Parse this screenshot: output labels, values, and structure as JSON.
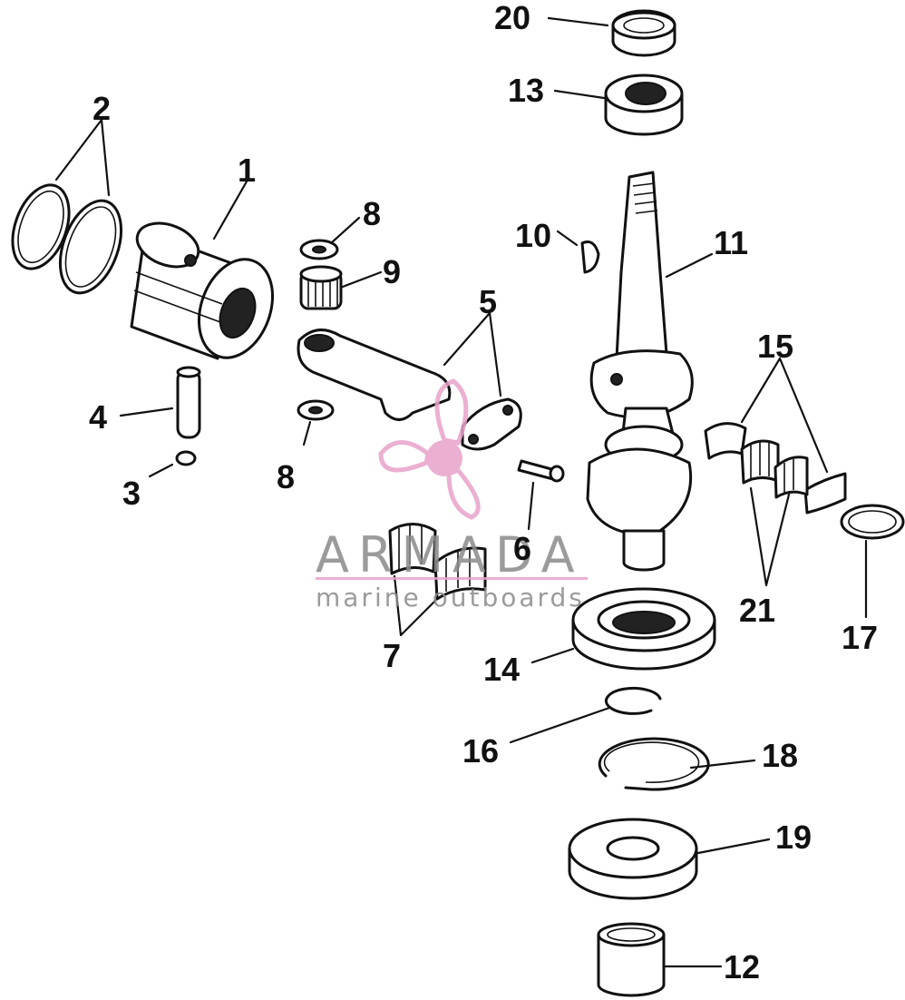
{
  "callouts": [
    "20",
    "13",
    "2",
    "1",
    "8",
    "9",
    "10",
    "11",
    "5",
    "15",
    "4",
    "3",
    "8",
    "6",
    "21",
    "17",
    "7",
    "14",
    "16",
    "18",
    "19",
    "12"
  ],
  "watermark": {
    "brand": "ARMADA",
    "tagline": "marine outboards",
    "accent_color": "#e8a3c9",
    "logo_icon": "propeller-icon"
  }
}
